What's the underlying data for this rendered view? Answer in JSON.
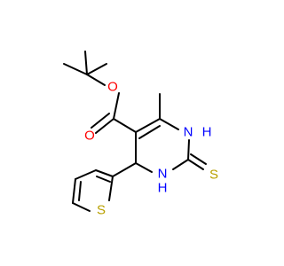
{
  "molecule": {
    "atoms": {
      "o_carbonyl": {
        "label": "O",
        "color": "#ff0000"
      },
      "o_ester": {
        "label": "O",
        "color": "#ff0000"
      },
      "n_h_top": {
        "label": "N",
        "color": "#0000ff"
      },
      "h_on_n_top": {
        "label": "H",
        "color": "#0000ff"
      },
      "n_h_bottom": {
        "label": "N",
        "color": "#0000ff"
      },
      "h_on_n_bottom": {
        "label": "H",
        "color": "#0000ff"
      },
      "s_thione": {
        "label": "S",
        "color": "#b8a000"
      },
      "s_thiophene": {
        "label": "S",
        "color": "#b8a000"
      }
    },
    "bond_color": "#000000"
  }
}
